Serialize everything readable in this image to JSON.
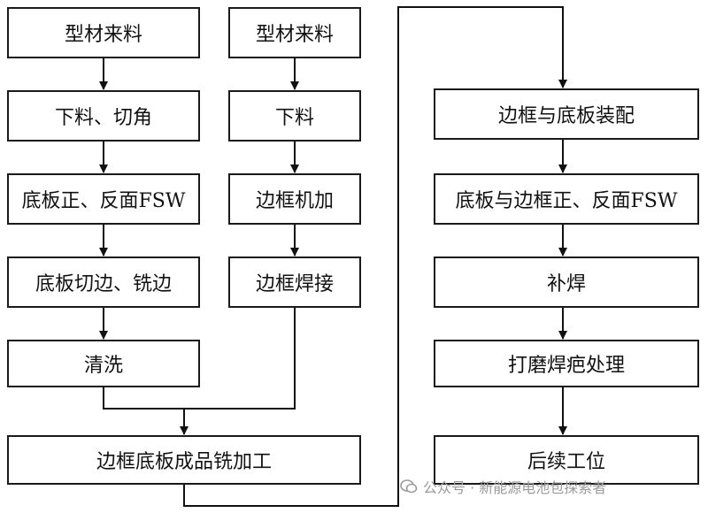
{
  "left_column": [
    {
      "id": "l1",
      "text": "型材来料"
    },
    {
      "id": "l2",
      "text": "下料、切角"
    },
    {
      "id": "l3",
      "text": "底板正、反面FSW"
    },
    {
      "id": "l4",
      "text": "底板切边、铣边"
    },
    {
      "id": "l5",
      "text": "清洗"
    }
  ],
  "middle_column": [
    {
      "id": "m1",
      "text": "型材来料"
    },
    {
      "id": "m2",
      "text": "下料"
    },
    {
      "id": "m3",
      "text": "边框机加"
    },
    {
      "id": "m4",
      "text": "边框焊接"
    }
  ],
  "merge_box": {
    "id": "b1",
    "text": "边框底板成品铣加工"
  },
  "right_column": [
    {
      "id": "r1",
      "text": "边框与底板装配"
    },
    {
      "id": "r2",
      "text": "底板与边框正、反面FSW"
    },
    {
      "id": "r3",
      "text": "补焊"
    },
    {
      "id": "r4",
      "text": "打磨焊疤处理"
    },
    {
      "id": "r5",
      "text": "后续工位"
    }
  ],
  "watermark": {
    "text": "公众号 · 新能源电池包探索者",
    "icon": "wechat-icon"
  }
}
